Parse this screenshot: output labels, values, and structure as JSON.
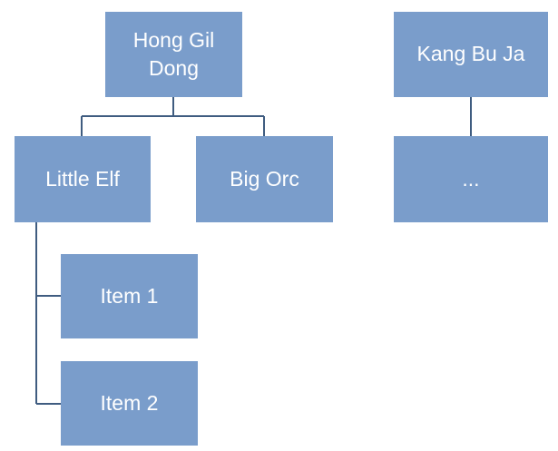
{
  "nodes": {
    "hong": "Hong Gil\nDong",
    "kang": "Kang Bu Ja",
    "elf": "Little Elf",
    "orc": "Big Orc",
    "more": "...",
    "item1": "Item 1",
    "item2": "Item 2"
  },
  "colors": {
    "node_fill": "#7a9dcb",
    "node_text": "#ffffff",
    "connector": "#3f5c80"
  }
}
